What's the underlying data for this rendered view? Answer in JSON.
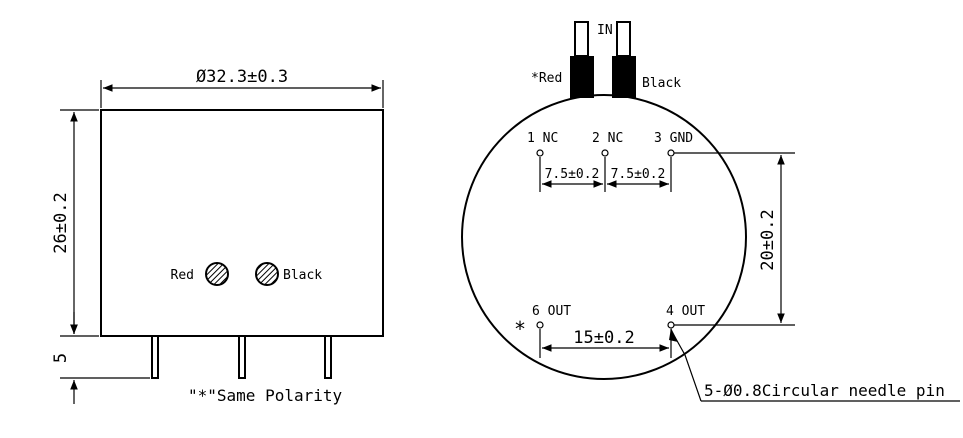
{
  "front_view": {
    "width_dim": "Ø32.3±0.3",
    "height_dim": "26±0.2",
    "pin_dim": "5",
    "red_label": "Red",
    "black_label": "Black",
    "polarity_note": "\"*\"Same Polarity"
  },
  "bottom_view": {
    "in_label": "IN",
    "red_wire_label": "*Red",
    "black_wire_label": "Black",
    "pins": {
      "p1": "1 NC",
      "p2": "2 NC",
      "p3": "3 GND",
      "p6": "6 OUT",
      "p4": "4 OUT"
    },
    "spacing_1": "7.5±0.2",
    "spacing_2": "7.5±0.2",
    "vertical_dim": "20±0.2",
    "horizontal_dim": "15±0.2",
    "star": "*",
    "pin_note": "5-Ø0.8Circular needle pin"
  }
}
